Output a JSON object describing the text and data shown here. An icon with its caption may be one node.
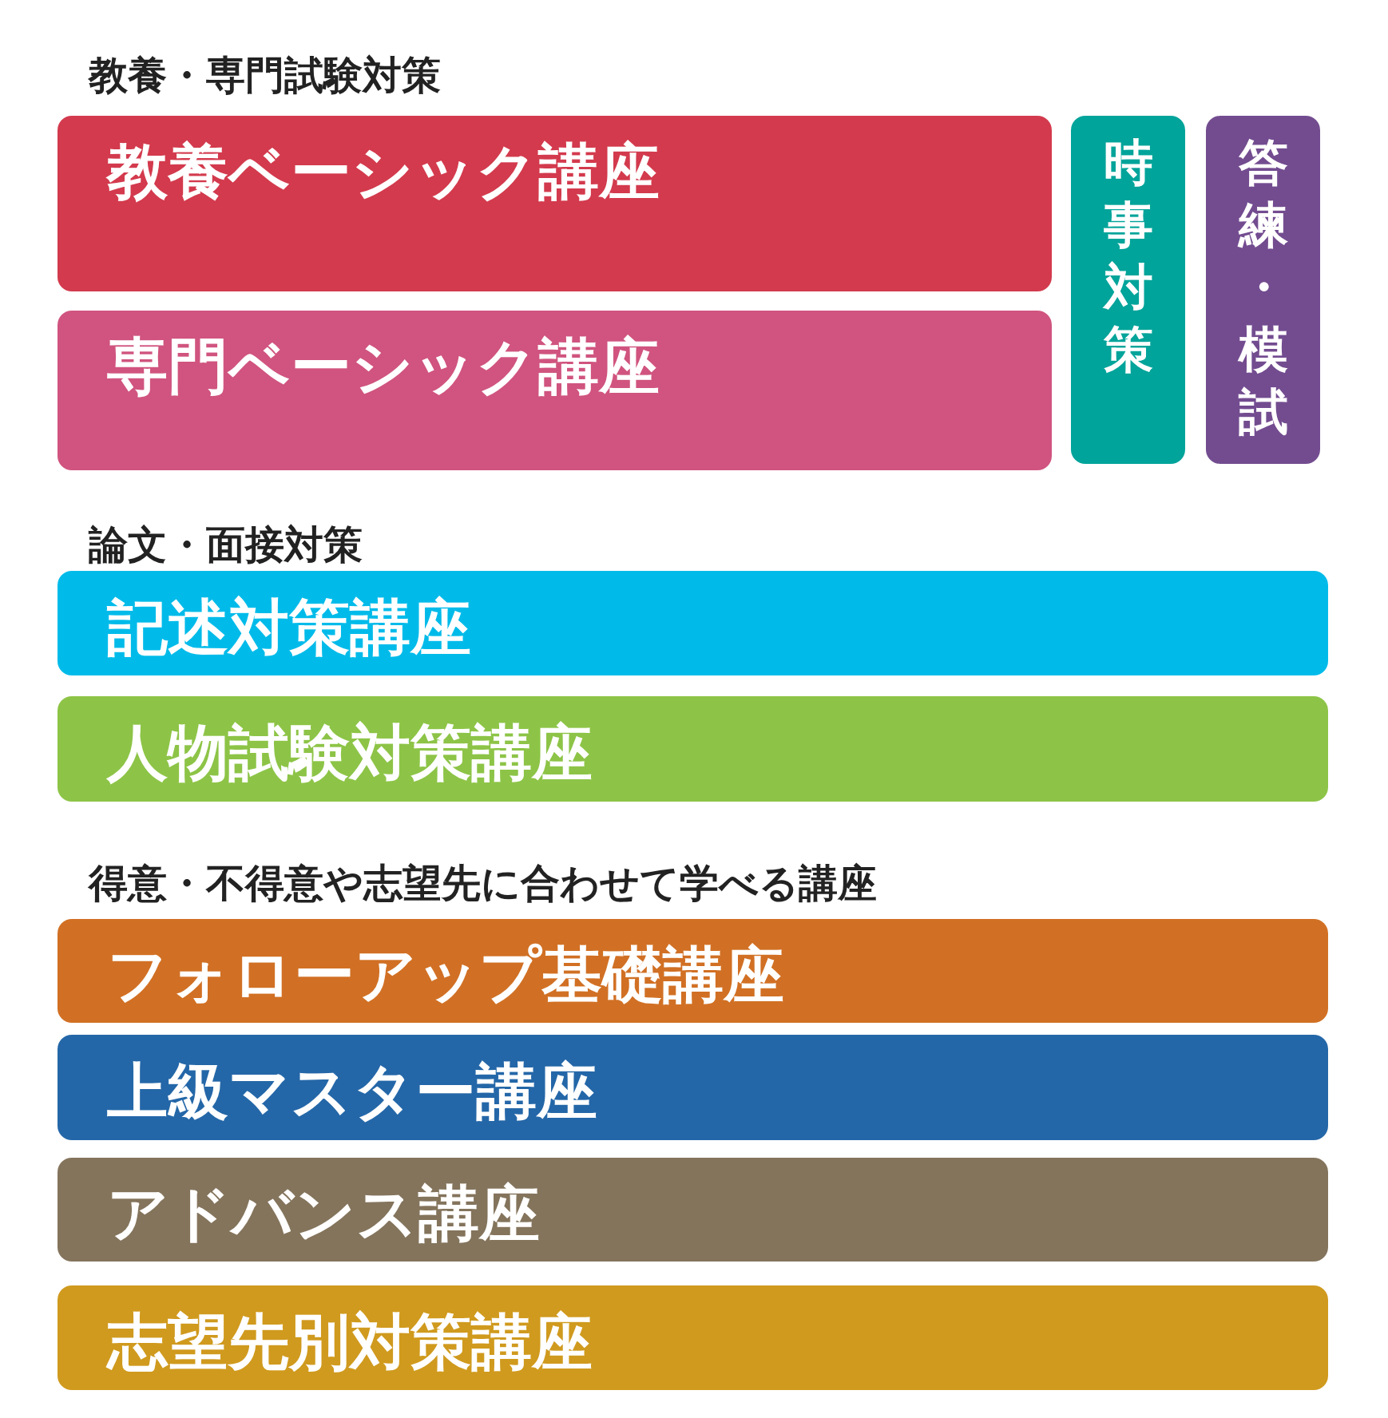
{
  "diagram": {
    "nodes": [
      {
        "text": [
          "教養ベーシック講座"
        ]
      },
      {
        "text": [
          "専門ベーシック講座"
        ]
      },
      {
        "text": [
          "時事対策"
        ]
      },
      {
        "text": [
          "答練・模試"
        ]
      },
      {
        "text": [
          "記述対策講座"
        ]
      },
      {
        "text": [
          "人物試験対策講座"
        ]
      },
      {
        "text": [
          "フォローアップ基礎講座"
        ]
      },
      {
        "text": [
          "上級マスター講座"
        ]
      },
      {
        "text": [
          "アドバンス講座"
        ]
      },
      {
        "text": [
          "志望先別対策講座"
        ]
      }
    ],
    "labels": [
      "教養・専門試験対策",
      "論文・面接対策",
      "得意・不得意や志望先に合わせて学べる講座"
    ]
  }
}
